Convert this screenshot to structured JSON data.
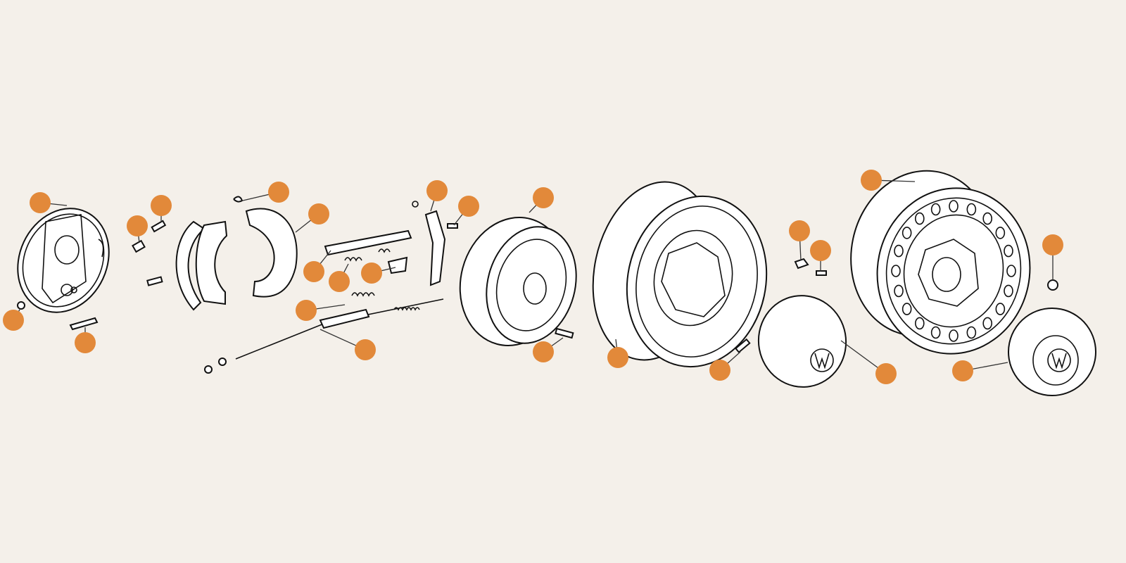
{
  "diagram": {
    "background_color": "#F4F0EA",
    "hotspot_color": "#E2893A",
    "line_color": "#111111",
    "hubcap_logo_text": "VW",
    "hotspot_count": 24,
    "parts": [
      "brake-backing-plate",
      "wheel-cylinder",
      "bleeder-screw",
      "backing-plate-bolt",
      "adjuster-nut",
      "retaining-clip",
      "brake-shoe-pair",
      "adjuster-link",
      "shoe-spring",
      "hold-down-spring",
      "spring-cup",
      "parking-brake-cable",
      "parking-brake-lever",
      "lever-bolt",
      "brake-drum",
      "drum-bolt",
      "wheel-rim",
      "wheel-bolt",
      "cotter-pin",
      "clevis-pin",
      "hubcap",
      "wheel-rim-perforated",
      "lug-nut",
      "hubcap-small"
    ]
  }
}
